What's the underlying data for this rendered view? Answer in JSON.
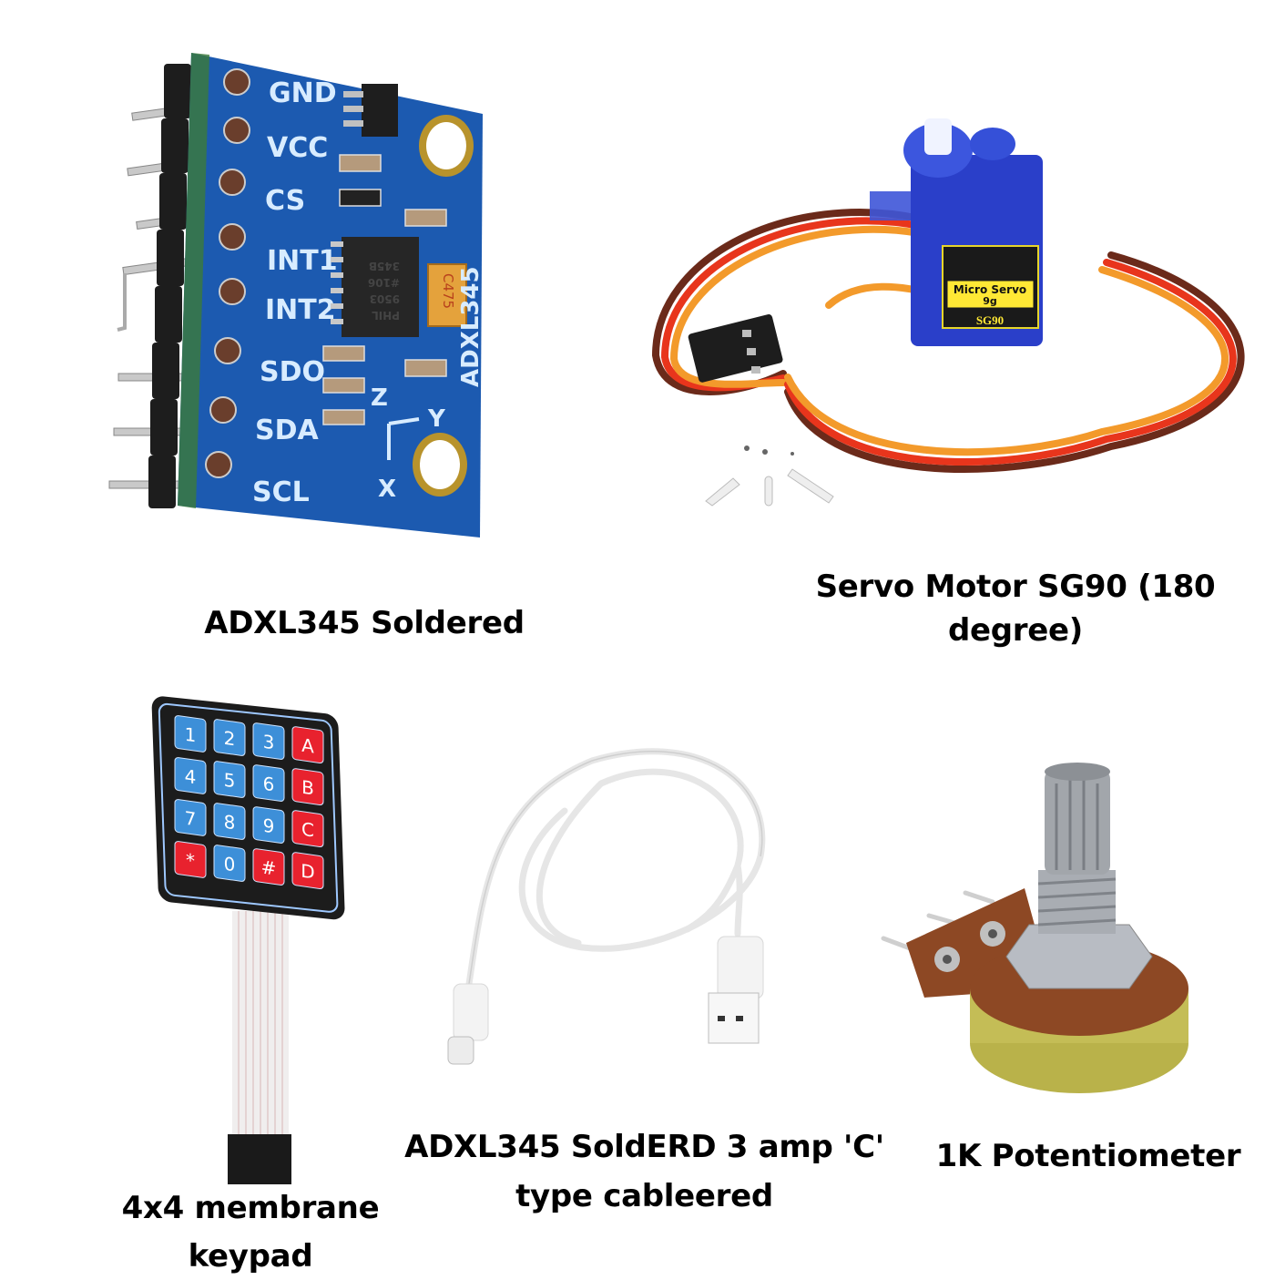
{
  "products": [
    {
      "id": "adxl345",
      "caption": "ADXL345 Soldered",
      "board": {
        "pins": [
          "GND",
          "VCC",
          "CS",
          "INT1",
          "INT2",
          "SDO",
          "SDA",
          "SCL"
        ],
        "silk_label": "ADXL345",
        "capacitor_label": "C475",
        "axes": {
          "x": "X",
          "y": "Y",
          "z": "Z"
        },
        "chip_marking": [
          "PHIL",
          "9503",
          "#106",
          "345B"
        ],
        "pcb_color": "#1c5ab0"
      }
    },
    {
      "id": "servo",
      "caption_line1": "Servo Motor SG90 (180",
      "caption_line2": "degree)",
      "label": {
        "line1": "Micro Servo",
        "line2": "9g",
        "model": "SG90"
      },
      "body_color": "#2a3fc9",
      "wire_colors": [
        "#6b2a1a",
        "#e8351c",
        "#f39a2b"
      ]
    },
    {
      "id": "keypad",
      "caption_line1": "4x4 membrane",
      "caption_line2": "keypad",
      "keys": [
        {
          "label": "1",
          "color": "blue"
        },
        {
          "label": "2",
          "color": "blue"
        },
        {
          "label": "3",
          "color": "blue"
        },
        {
          "label": "A",
          "color": "red"
        },
        {
          "label": "4",
          "color": "blue"
        },
        {
          "label": "5",
          "color": "blue"
        },
        {
          "label": "6",
          "color": "blue"
        },
        {
          "label": "B",
          "color": "red"
        },
        {
          "label": "7",
          "color": "blue"
        },
        {
          "label": "8",
          "color": "blue"
        },
        {
          "label": "9",
          "color": "blue"
        },
        {
          "label": "C",
          "color": "red"
        },
        {
          "label": "*",
          "color": "red"
        },
        {
          "label": "0",
          "color": "blue"
        },
        {
          "label": "#",
          "color": "red"
        },
        {
          "label": "D",
          "color": "red"
        }
      ],
      "key_colors": {
        "blue": "#3d8fd8",
        "red": "#e8222e"
      }
    },
    {
      "id": "usb-cable",
      "caption_line1": "ADXL345 SoldERD 3 amp 'C'",
      "caption_line2": "type cableered"
    },
    {
      "id": "potentiometer",
      "caption": "1K Potentiometer"
    }
  ]
}
